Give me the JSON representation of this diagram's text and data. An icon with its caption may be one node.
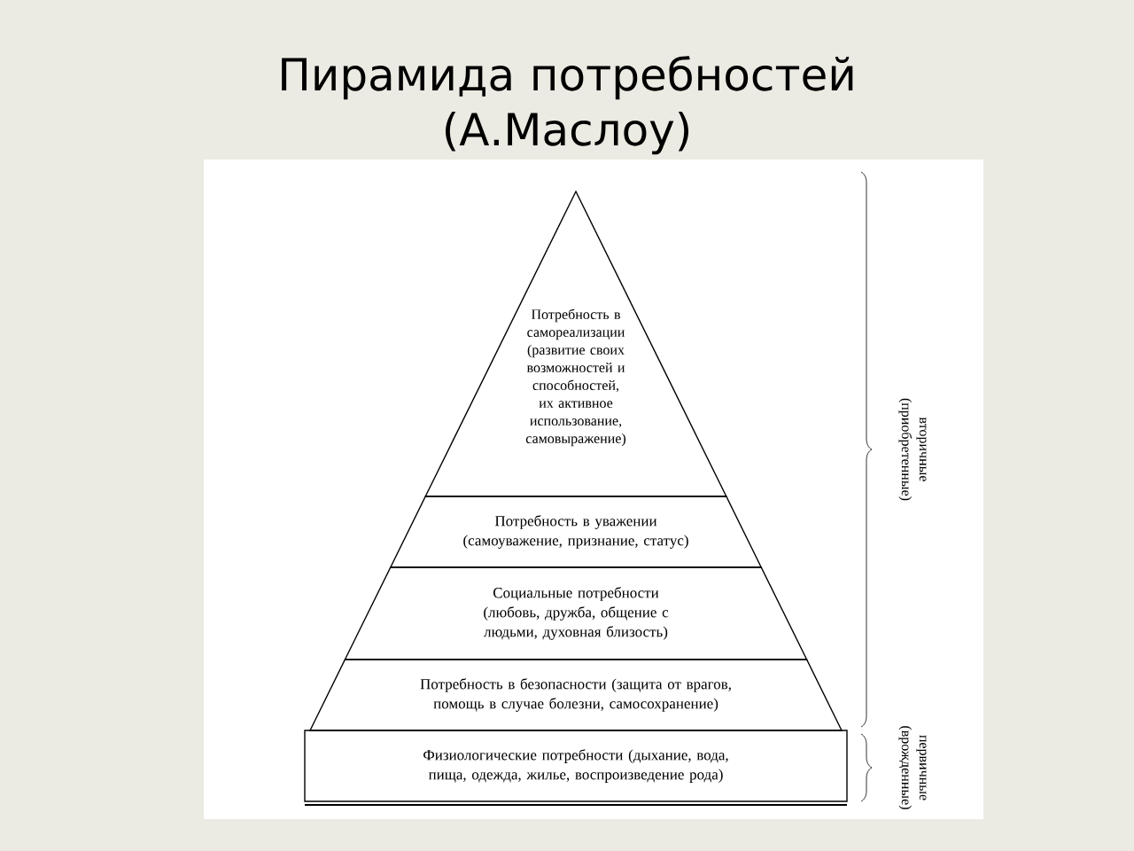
{
  "diagram": {
    "title": "Пирамида потребностей (А.Маслоу)",
    "nodes": [
      {
        "text": [
          "Потребность в самореализации",
          "(развитие своих возможностей и способностей, их активное использование, самовыражение)"
        ]
      },
      {
        "text": [
          "Потребность в уважении",
          "(самоуважение, признание, статус)"
        ]
      },
      {
        "text": [
          "Социальные потребности",
          "(любовь, дружба, общение с людьми, духовная близость)"
        ]
      },
      {
        "text": [
          "Потребность в безопасности (защита от врагов, помощь в случае болезни, самосохранение)"
        ]
      },
      {
        "text": [
          "Физиологические потребности (дыхание, вода, пища, одежда, жилье, воспроизведение рода)"
        ]
      }
    ],
    "labels": [
      "вторичные (приобретенные)",
      "первичные (врожденные)"
    ]
  }
}
